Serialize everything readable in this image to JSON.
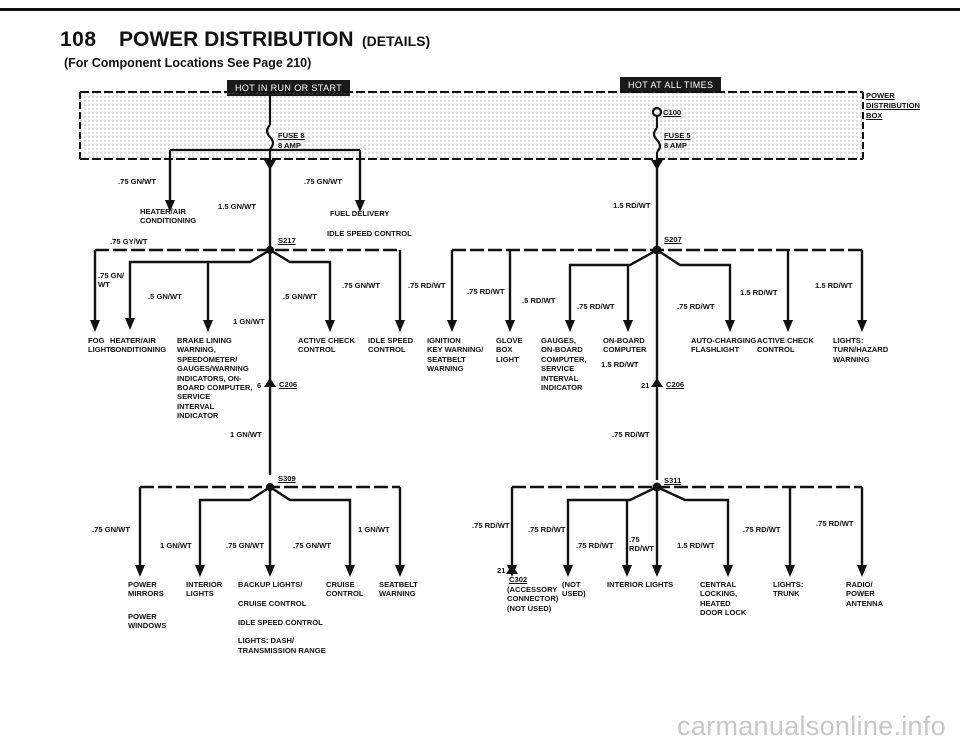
{
  "header": {
    "page_number": "108",
    "title": "POWER DISTRIBUTION",
    "title_suffix": "(DETAILS)",
    "subtitle": "(For Component Locations See Page 210)"
  },
  "badges": {
    "hot_run_start": "HOT IN RUN OR START",
    "hot_all_times": "HOT AT ALL TIMES"
  },
  "power_box": {
    "label_line1": "POWER",
    "label_line2": "DISTRIBUTION",
    "label_line3": "BOX",
    "connector": "C100"
  },
  "fuses": {
    "fuse8": {
      "name": "FUSE 8",
      "rating": "8 AMP"
    },
    "fuse5": {
      "name": "FUSE 5",
      "rating": "8 AMP"
    }
  },
  "left_section": {
    "w_75gnwt_a": ".75 GN/WT",
    "w_15gnwt": "1.5 GN/WT",
    "w_75gnwt_b": ".75 GN/WT",
    "heater_ac_top": "HEATER/AIR\nCONDITIONING",
    "fuel_delivery": "FUEL DELIVERY",
    "idle_speed_top": "IDLE SPEED CONTROL",
    "w_75gywt": ".75 GY/WT",
    "splice_s217": "S217",
    "w_75gn_wt": ".75 GN/\nWT",
    "w_5gnwt_a": ".5 GN/WT",
    "w_5gnwt_b": ".5 GN/WT",
    "w_75gnwt_c": ".75 GN/WT",
    "w_1gnwt_a": "1 GN/WT",
    "fog_lights": "FOG\nLIGHTS",
    "heater_ac": "HEATER/AIR\nCONDITIONING",
    "brake_lining": "BRAKE LINING\nWARNING,\nSPEEDOMETER/\nGAUGES/WARNING\nINDICATORS, ON-\nBOARD COMPUTER,\nSERVICE\nINTERVAL\nINDICATOR",
    "c206_pin": "6",
    "c206": "C206",
    "active_check": "ACTIVE CHECK\nCONTROL",
    "idle_speed": "IDLE SPEED\nCONTROL",
    "w_1gnwt_b": "1 GN/WT",
    "splice_s309": "S309",
    "w_75gnwt_d": ".75 GN/WT",
    "w_1gnwt_c": "1 GN/WT",
    "w_75gnwt_e": ".75 GN/WT",
    "w_75gnwt_f": ".75 GN/WT",
    "w_1gnwt_d": "1 GN/WT",
    "power_mirrors": "POWER\nMIRRORS",
    "power_windows": "POWER\nWINDOWS",
    "interior_lights": "INTERIOR\nLIGHTS",
    "backup_lights": "BACKUP LIGHTS/\n\nCRUISE CONTROL\n\nIDLE SPEED CONTROL\n\nLIGHTS: DASH/\nTRANSMISSION RANGE",
    "cruise_control": "CRUISE\nCONTROL",
    "seatbelt_warning": "SEATBELT\nWARNING"
  },
  "right_section": {
    "w_15rdwt_a": "1.5 RD/WT",
    "splice_s207": "S207",
    "w_75rdwt_a": ".75 RD/WT",
    "w_75rdwt_b": ".75 RD/WT",
    "w_5rdwt": ".5 RD/WT",
    "w_75rdwt_c": ".75 RD/WT",
    "w_75rdwt_d": ".75 RD/WT",
    "w_15rdwt_b": "1.5 RD/WT",
    "w_15rdwt_c": "1.5 RD/WT",
    "ignition_key": "IGNITION\nKEY WARNING/\nSEATBELT\nWARNING",
    "glove_box": "GLOVE\nBOX\nLIGHT",
    "gauges": "GAUGES,\nON-BOARD\nCOMPUTER,\nSERVICE\nINTERVAL\nINDICATOR",
    "onboard_computer": "ON-BOARD\nCOMPUTER",
    "w_15rdwt_d": "1.5 RD/WT",
    "c206_pin": "21",
    "c206": "C206",
    "auto_charging": "AUTO-CHARGING\nFLASHLIGHT",
    "active_check": "ACTIVE CHECK\nCONTROL",
    "turn_hazard": "LIGHTS:\nTURN/HAZARD\nWARNING",
    "w_75rdwt_e": ".75 RD/WT",
    "splice_s311": "S311",
    "w_75rdwt_f": ".75 RD/WT",
    "w_75rdwt_g": ".75 RD/WT",
    "w_75rdwt_h": ".75 RD/WT",
    "w_75rdwt_i": ".75\nRD/WT",
    "w_15rdwt_e": "1.5 RD/WT",
    "w_75rdwt_j": ".75 RD/WT",
    "w_75rdwt_k": ".75 RD/WT",
    "c302_pin": "21",
    "c302": "C302",
    "c302_note": "(ACCESSORY\nCONNECTOR)\n(NOT USED)",
    "not_used": "(NOT\nUSED)",
    "interior_lights": "INTERIOR LIGHTS",
    "central_locking": "CENTRAL\nLOCKING,\nHEATED\nDOOR LOCK",
    "lights_trunk": "LIGHTS:\nTRUNK",
    "radio_antenna": "RADIO/\nPOWER\nANTENNA"
  },
  "footer": {
    "watermark": "carmanualsonline.info"
  }
}
